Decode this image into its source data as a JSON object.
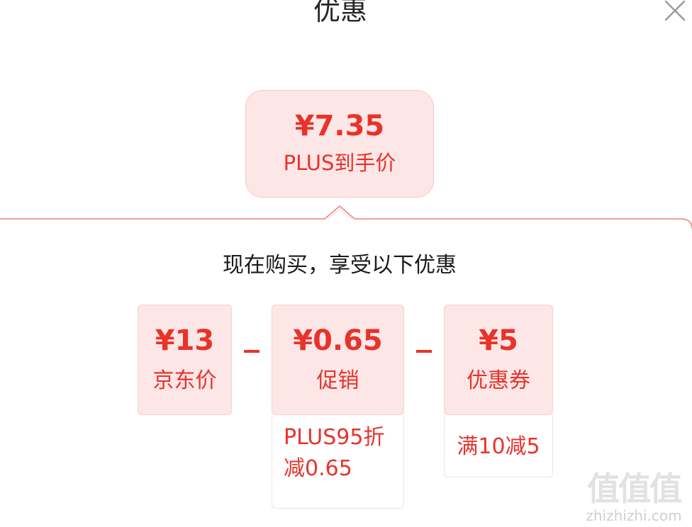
{
  "header": {
    "title": "优惠"
  },
  "final": {
    "price": "¥7.35",
    "label": "PLUS到手价"
  },
  "subtitle": "现在购买，享受以下优惠",
  "breakdown": {
    "items": [
      {
        "value": "¥13",
        "label": "京东价"
      },
      {
        "value": "¥0.65",
        "label": "促销",
        "detail": "PLUS95折减0.65",
        "detail_line1": "PLUS95折",
        "detail_line2": "减0.65"
      },
      {
        "value": "¥5",
        "label": "优惠券",
        "detail": "满10减5"
      }
    ],
    "operators": [
      "-",
      "-"
    ]
  },
  "watermark": {
    "chars": "值值值",
    "text": "zhizhizhi.com"
  },
  "colors": {
    "accent": "#e8332b",
    "card_bg": "#fde6e6",
    "title": "#262626"
  },
  "icons": {
    "close": "close-icon"
  }
}
